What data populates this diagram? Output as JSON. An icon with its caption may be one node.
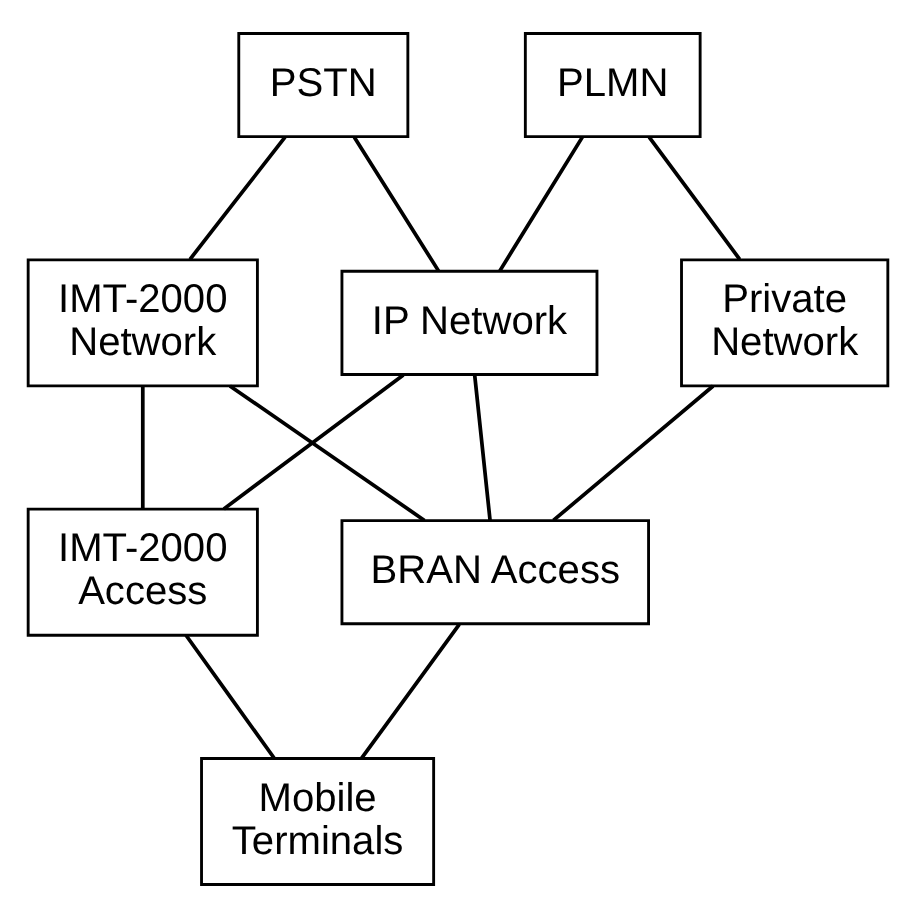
{
  "diagram": {
    "nodes": [
      {
        "text": [
          "PSTN"
        ]
      },
      {
        "text": [
          "PLMN"
        ]
      },
      {
        "text": [
          "IMT-2000 Network"
        ]
      },
      {
        "text": [
          "IP Network"
        ]
      },
      {
        "text": [
          "Private Network"
        ]
      },
      {
        "text": [
          "IMT-2000 Access"
        ]
      },
      {
        "text": [
          "BRAN Access"
        ]
      },
      {
        "text": [
          "Mobile Terminals"
        ]
      }
    ],
    "edges": [
      {
        "from": 0,
        "to": 2,
        "arrow": "none"
      },
      {
        "from": 0,
        "to": 3,
        "arrow": "none"
      },
      {
        "from": 1,
        "to": 3,
        "arrow": "none"
      },
      {
        "from": 1,
        "to": 4,
        "arrow": "none"
      },
      {
        "from": 2,
        "to": 5,
        "arrow": "none"
      },
      {
        "from": 2,
        "to": 6,
        "arrow": "none"
      },
      {
        "from": 3,
        "to": 5,
        "arrow": "none"
      },
      {
        "from": 3,
        "to": 6,
        "arrow": "none"
      },
      {
        "from": 4,
        "to": 6,
        "arrow": "none"
      },
      {
        "from": 5,
        "to": 7,
        "arrow": "none"
      },
      {
        "from": 6,
        "to": 7,
        "arrow": "none"
      }
    ]
  }
}
